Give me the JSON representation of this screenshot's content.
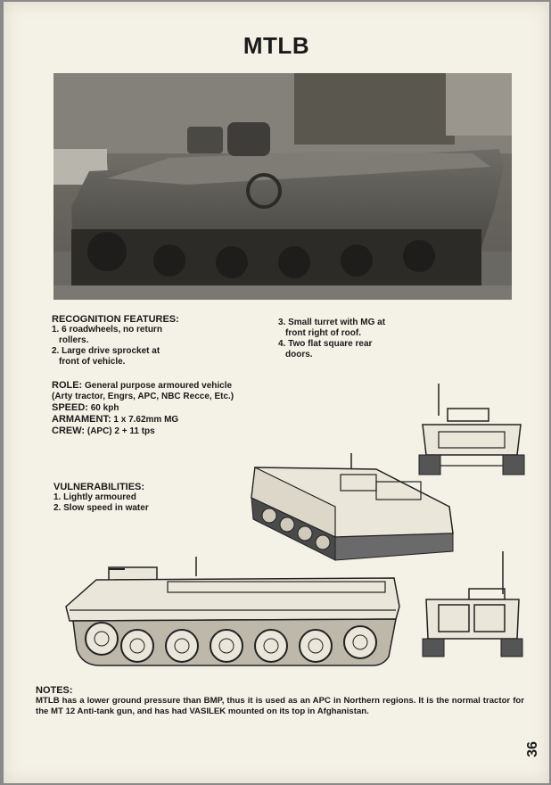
{
  "title": "MTLB",
  "recognition": {
    "heading": "RECOGNITION FEATURES:",
    "items": [
      {
        "num": "1.",
        "line1": "6 roadwheels, no return",
        "line2": "rollers."
      },
      {
        "num": "2.",
        "line1": "Large drive sprocket at",
        "line2": "front of vehicle."
      },
      {
        "num": "3.",
        "line1": "Small turret with MG at",
        "line2": "front right of roof."
      },
      {
        "num": "4.",
        "line1": "Two flat square rear",
        "line2": "doors."
      }
    ]
  },
  "role": {
    "label": "ROLE:",
    "value": "General purpose armoured vehicle",
    "detail": "(Arty tractor, Engrs, APC, NBC Recce, Etc.)"
  },
  "speed": {
    "label": "SPEED:",
    "value": "60 kph"
  },
  "armament": {
    "label": "ARMAMENT:",
    "value": "1 x 7.62mm MG"
  },
  "crew": {
    "label": "CREW:",
    "value": "(APC) 2 + 11 tps"
  },
  "vulnerabilities": {
    "heading": "VULNERABILITIES:",
    "items": [
      {
        "num": "1.",
        "text": "Lightly armoured"
      },
      {
        "num": "2.",
        "text": "Slow speed in water"
      }
    ]
  },
  "notes": {
    "heading": "NOTES:",
    "text": "MTLB has a lower ground pressure than BMP, thus it is used as an APC in Northern regions. It is the normal tractor for the MT 12 Anti-tank gun, and has had VASILEK mounted on its top in Afghanistan."
  },
  "page_number": "36"
}
